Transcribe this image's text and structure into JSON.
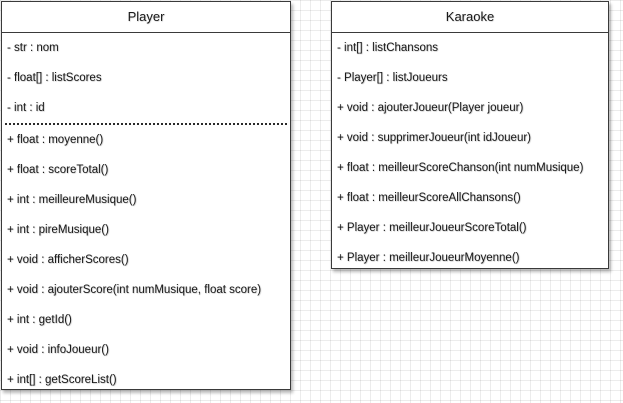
{
  "player": {
    "title": "Player",
    "attributes": [
      "- str : nom",
      "- float[] : listScores",
      "- int : id"
    ],
    "methods": [
      "+ float : moyenne()",
      "+ float : scoreTotal()",
      "+ int : meilleureMusique()",
      "+ int : pireMusique()",
      "+ void : afficherScores()",
      "+ void : ajouterScore(int numMusique, float score)",
      "+ int : getId()",
      "+ void : infoJoueur()",
      "+ int[] : getScoreList()"
    ]
  },
  "karaoke": {
    "title": "Karaoke",
    "attributes": [
      "- int[] : listChansons",
      "- Player[] : listJoueurs"
    ],
    "methods": [
      "+ void : ajouterJoueur(Player joueur)",
      "+ void : supprimerJoueur(int idJoueur)",
      "+ float : meilleurScoreChanson(int numMusique)",
      "+ float : meilleurScoreAllChansons()",
      "+ Player : meilleurJoueurScoreTotal()",
      "+ Player : meilleurJoueurMoyenne()"
    ]
  },
  "colors": {
    "border": "#3a3a3a",
    "background": "#ffffff",
    "grid": "#e0e0e0",
    "text": "#1a1a1a"
  }
}
